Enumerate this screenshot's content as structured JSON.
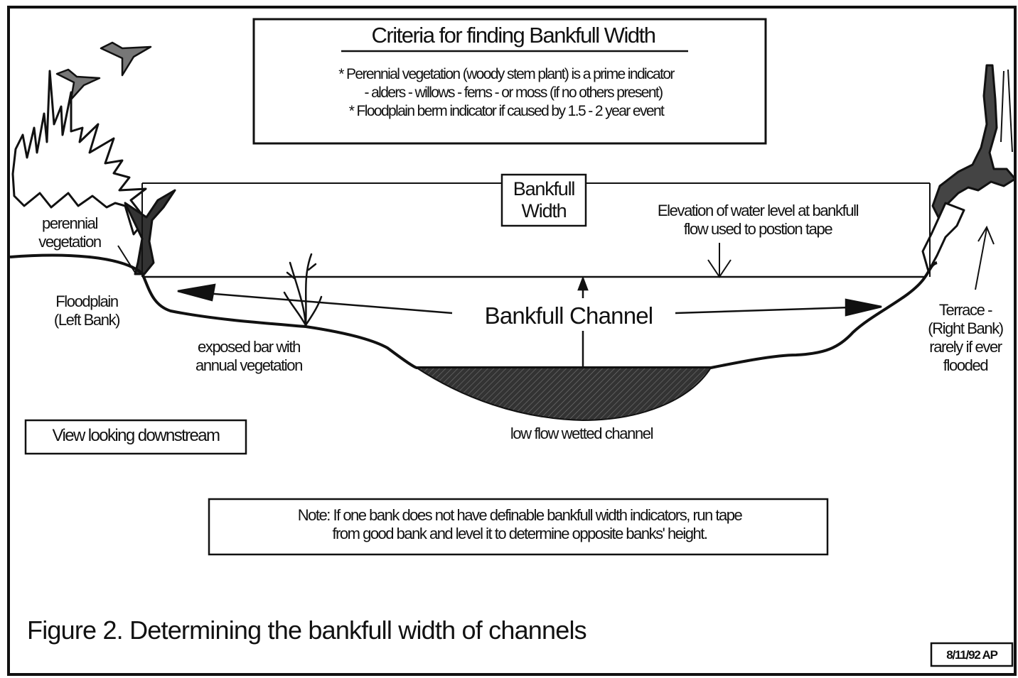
{
  "criteria": {
    "title": "Criteria for finding Bankfull Width",
    "line1": "* Perennial vegetation (woody stem plant) is a prime indicator",
    "line2": "- alders  -  willows -   ferns -  or moss (if no others present)",
    "line3": "* Floodplain berm indicator if caused by 1.5 - 2 year event"
  },
  "labels": {
    "perennial_vegetation_1": "perennial",
    "perennial_vegetation_2": "vegetation",
    "floodplain_1": "Floodplain",
    "floodplain_2": "(Left Bank)",
    "exposed_bar_1": "exposed bar with",
    "exposed_bar_2": "annual vegetation",
    "bankfull_width_1": "Bankfull",
    "bankfull_width_2": "Width",
    "elevation_1": "Elevation of water level at bankfull",
    "elevation_2": "flow used to postion tape",
    "bankfull_channel": "Bankfull Channel",
    "terrace_1": "Terrace -",
    "terrace_2": "(Right Bank)",
    "terrace_3": "rarely if ever",
    "terrace_4": "flooded",
    "low_flow": "low flow wetted channel",
    "view": "View looking downstream"
  },
  "note": {
    "line1": "Note:  If one bank does not have definable bankfull width indicators, run tape",
    "line2": "from good bank and level it  to determine opposite banks' height."
  },
  "caption": "Figure 2.  Determining the bankfull width of channels",
  "date_stamp": "8/11/92 AP",
  "colors": {
    "ink": "#111111",
    "water": "#3a3a3a",
    "background": "#ffffff"
  }
}
